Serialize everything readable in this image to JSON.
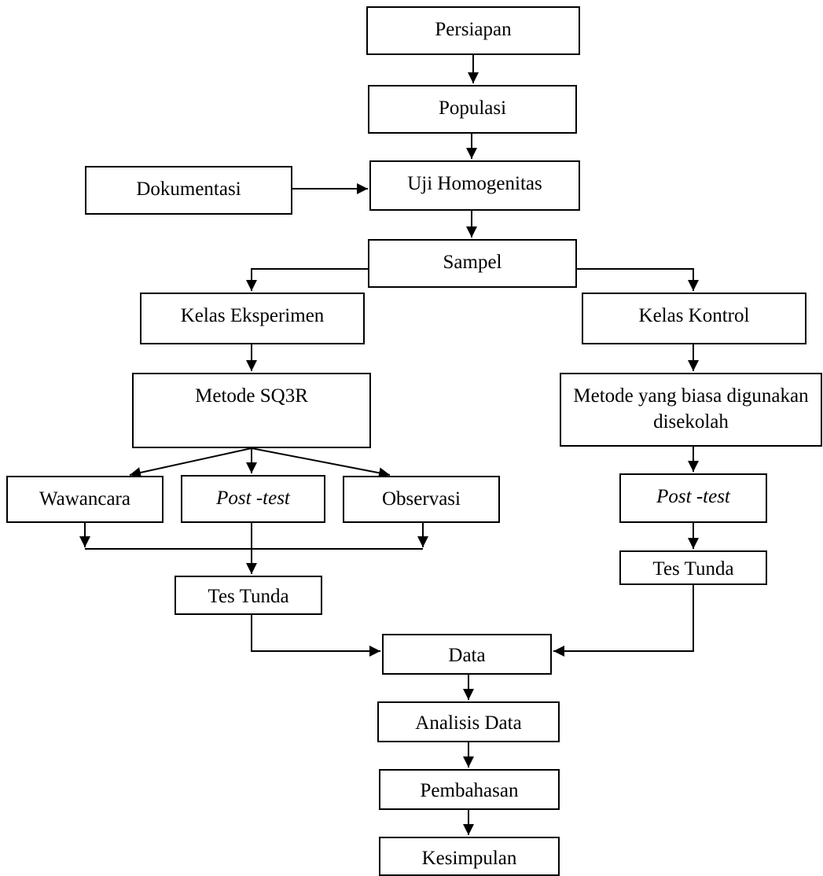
{
  "flowchart": {
    "nodes": {
      "persiapan": "Persiapan",
      "populasi": "Populasi",
      "dokumentasi": "Dokumentasi",
      "uji_homogenitas": "Uji Homogenitas",
      "sampel": "Sampel",
      "kelas_eksperimen": "Kelas Eksperimen",
      "kelas_kontrol": "Kelas Kontrol",
      "metode_sq3r": "Metode SQ3R",
      "metode_biasa": "Metode yang biasa digunakan disekolah",
      "wawancara": "Wawancara",
      "post_test_eksperimen": "Post -test",
      "observasi": "Observasi",
      "post_test_kontrol": "Post -test",
      "tes_tunda_eksperimen": "Tes Tunda",
      "tes_tunda_kontrol": "Tes Tunda",
      "data": "Data",
      "analisis_data": "Analisis Data",
      "pembahasan": "Pembahasan",
      "kesimpulan": "Kesimpulan"
    }
  }
}
